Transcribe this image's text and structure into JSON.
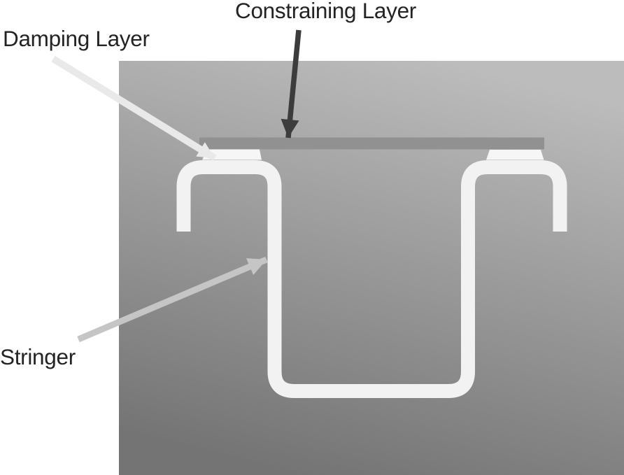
{
  "figure": {
    "labels": {
      "constraining_layer": "Constraining Layer",
      "damping_layer": "Damping Layer",
      "stringer": "Stringer"
    },
    "colors": {
      "background": "#ffffff",
      "panel_top": "#bcbcbc",
      "panel_bottom": "#747474",
      "constraining_layer": "#919191",
      "damping_layer": "#f6f6f6",
      "stringer": "#f2f2f2",
      "label_text": "#232323",
      "arrow_constraining": "#3c3c3c",
      "arrow_damping": "#e9e9e9",
      "arrow_stringer": "#c5c5c5"
    }
  }
}
